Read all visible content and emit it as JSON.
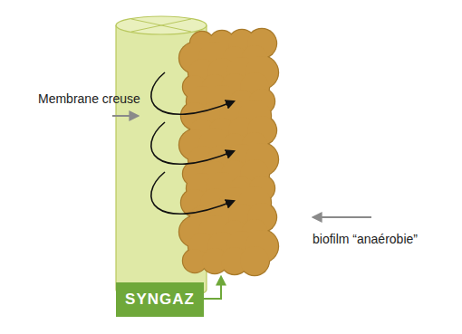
{
  "diagram": {
    "nodes": [
      {
        "text": [
          "SYNGAZ"
        ]
      }
    ],
    "labels": [
      "Membrane creuse",
      "biofilm “anaérobie”"
    ]
  }
}
